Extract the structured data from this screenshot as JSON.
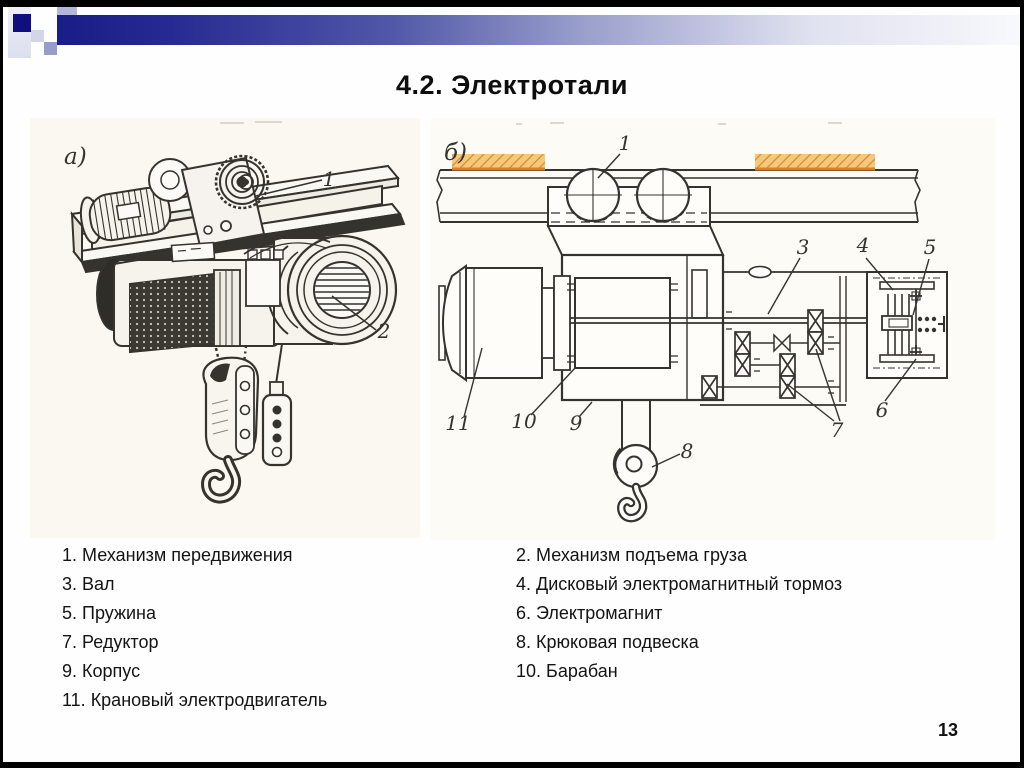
{
  "slide": {
    "title": "4.2. Электротали",
    "page_number": "13"
  },
  "figure_a": {
    "label": "а)",
    "callouts": {
      "c1": "1",
      "c2": "2"
    }
  },
  "figure_b": {
    "label": "б)",
    "callouts": {
      "c1": "1",
      "c3": "3",
      "c4": "4",
      "c5": "5",
      "c6": "6",
      "c7": "7",
      "c8": "8",
      "c9": "9",
      "c10": "10",
      "c11": "11"
    }
  },
  "legend": {
    "rows": [
      {
        "left": "1. Механизм передвижения",
        "right": "2. Механизм подъема груза"
      },
      {
        "left": "3. Вал",
        "right": "4. Дисковый электромагнитный тормоз"
      },
      {
        "left": "5. Пружина",
        "right": "6. Электромагнит"
      },
      {
        "left": "7. Редуктор",
        "right": "8. Крюковая подвеска"
      },
      {
        "left": "9. Корпус",
        "right": "10. Барабан"
      },
      {
        "left": "11. Крановый электродвигатель",
        "right": ""
      }
    ]
  },
  "colors": {
    "accent_dark_blue": "#181d87",
    "ink": "#35332d",
    "support_fill": "#f6c87e",
    "support_hatch": "#d9882a",
    "support_edge": "#e07f1f"
  }
}
